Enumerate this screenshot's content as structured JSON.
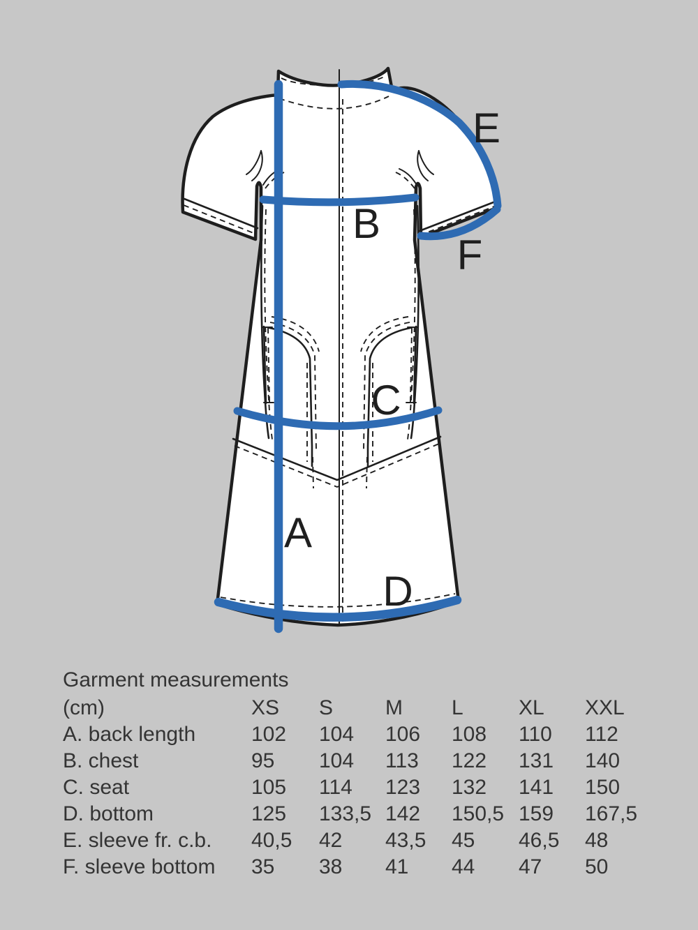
{
  "colors": {
    "background": "#c7c7c7",
    "accent-blue": "#2e6bb3",
    "ink": "#1e1e1e",
    "text": "#343434",
    "garment-fill": "#ffffff"
  },
  "diagram": {
    "description": "Technical flat drawing of an A-line dress with stand collar, short sleeves, in-seam pockets and chevron hip yoke, with blue measurement indicator lines",
    "letters": {
      "a": "A",
      "b": "B",
      "c": "C",
      "d": "D",
      "e": "E",
      "f": "F"
    }
  },
  "table": {
    "title": "Garment measurements",
    "unit_label": "(cm)",
    "size_headers": [
      "XS",
      "S",
      "M",
      "L",
      "XL",
      "XXL"
    ],
    "rows": [
      {
        "label": "A. back length",
        "values": [
          "102",
          "104",
          "106",
          "108",
          "110",
          "112"
        ]
      },
      {
        "label": "B. chest",
        "values": [
          "95",
          "104",
          "113",
          "122",
          "131",
          "140"
        ]
      },
      {
        "label": "C. seat",
        "values": [
          "105",
          "114",
          "123",
          "132",
          "141",
          "150"
        ]
      },
      {
        "label": "D. bottom",
        "values": [
          "125",
          "133,5",
          "142",
          "150,5",
          "159",
          "167,5"
        ]
      },
      {
        "label": "E. sleeve fr. c.b.",
        "values": [
          "40,5",
          "42",
          "43,5",
          "45",
          "46,5",
          "48"
        ]
      },
      {
        "label": "F. sleeve bottom",
        "values": [
          "35",
          "38",
          "41",
          "44",
          "47",
          "50"
        ]
      }
    ]
  }
}
